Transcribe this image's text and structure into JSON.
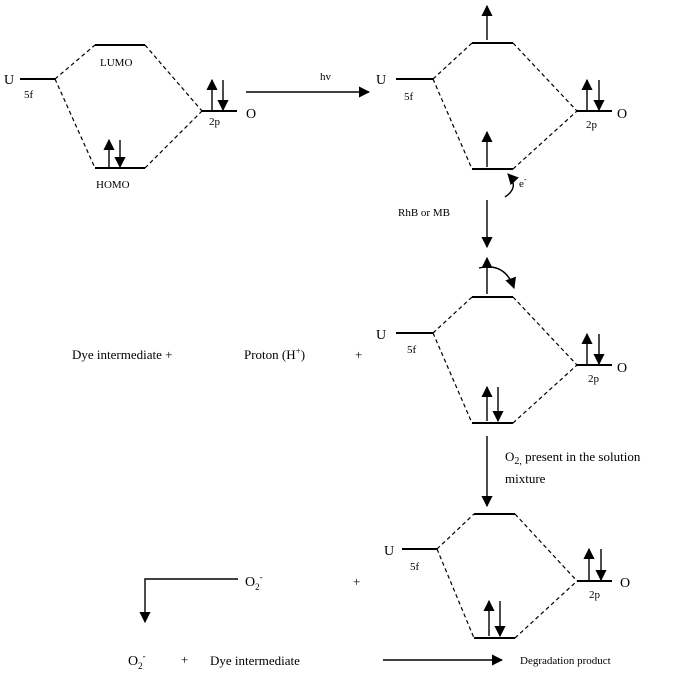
{
  "colors": {
    "ink": "#000000",
    "background": "#ffffff"
  },
  "diagram1": {
    "u_label": "U",
    "u_orbital": "5f",
    "lumo_label": "LUMO",
    "homo_label": "HOMO",
    "o_orbital": "2p",
    "o_label": "O"
  },
  "excitation": {
    "label": "hv"
  },
  "diagram2": {
    "u_label": "U",
    "u_orbital": "5f",
    "o_orbital": "2p",
    "o_label": "O"
  },
  "electron_transfer": {
    "electron": "e",
    "electron_charge": "-",
    "dye_label": "RhB or MB"
  },
  "diagram3": {
    "u_label": "U",
    "u_orbital": "5f",
    "o_orbital": "2p",
    "o_label": "O"
  },
  "products_row": {
    "dye_intermediate": "Dye intermediate +",
    "proton_prefix": "Proton (H",
    "proton_charge": "+",
    "proton_suffix": ")",
    "plus": "+"
  },
  "oxygen_step": {
    "o2_text": "O",
    "o2_sub": "2,",
    "line1_rest": " present in the solution",
    "line2": "mixture"
  },
  "diagram4": {
    "u_label": "U",
    "u_orbital": "5f",
    "o_orbital": "2p",
    "o_label": "O",
    "plus": "+"
  },
  "superoxide": {
    "o": "O",
    "sub": "2",
    "sup": "-"
  },
  "final_row": {
    "o": "O",
    "sub": "2",
    "sup": "-",
    "plus": "+",
    "dye_intermediate": "Dye intermediate",
    "product": "Degradation product"
  }
}
